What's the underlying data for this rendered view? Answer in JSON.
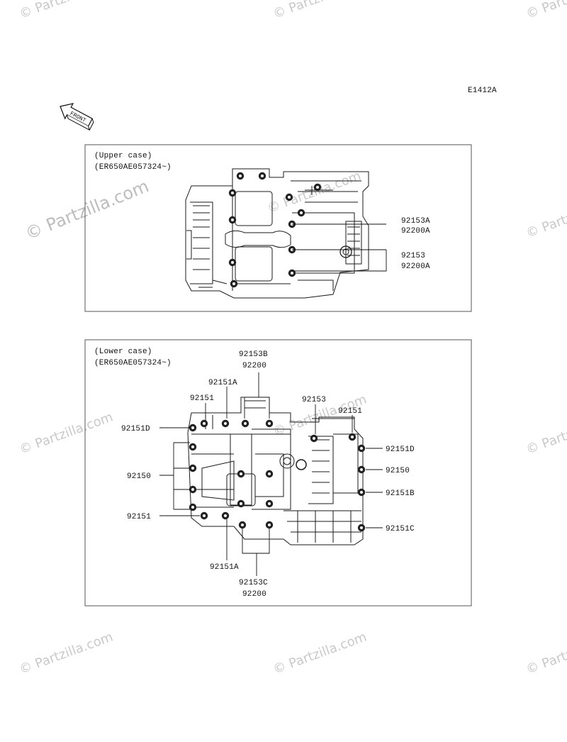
{
  "diagram_code": "E1412A",
  "front_label": "FRONT",
  "watermark": "© Partzilla.com",
  "upper": {
    "title": "(Upper case)",
    "serial": "(ER650AE057324~)",
    "callouts": [
      {
        "part": "92153A",
        "sub": "92200A"
      },
      {
        "part": "92153",
        "sub": "92200A"
      }
    ]
  },
  "lower": {
    "title": "(Lower case)",
    "serial": "(ER650AE057324~)",
    "top_callouts": [
      {
        "part": "92153B",
        "sub": "92200"
      },
      {
        "part": "92151A"
      },
      {
        "part": "92151"
      },
      {
        "part": "92153"
      },
      {
        "part": "92151"
      }
    ],
    "left_callouts": [
      "92151D",
      "92150",
      "92151"
    ],
    "right_callouts": [
      "92151D",
      "92150",
      "92151B",
      "92151C"
    ],
    "bottom_callouts": [
      {
        "part": "92151A"
      },
      {
        "part": "92153C",
        "sub": "92200"
      }
    ]
  }
}
